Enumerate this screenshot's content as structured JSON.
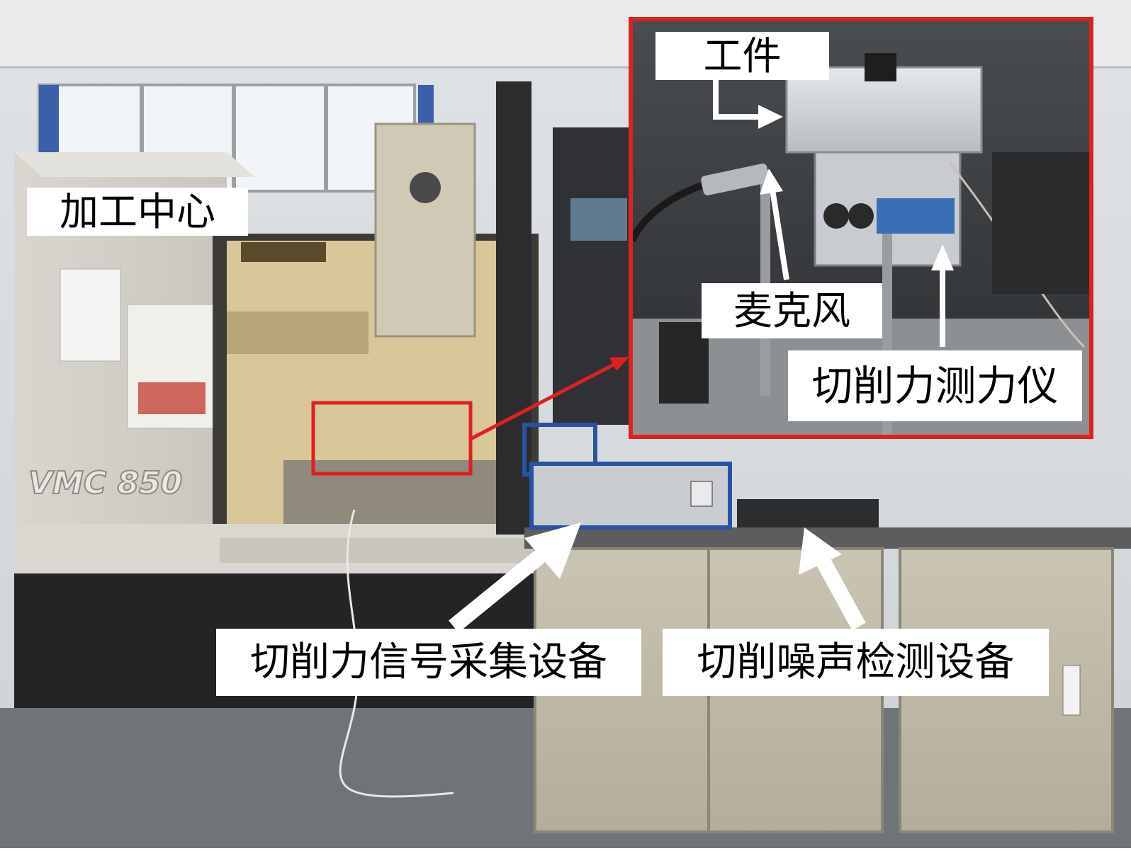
{
  "labels": {
    "machining_center": "加工中心",
    "workpiece": "工件",
    "microphone": "麦克风",
    "dynamometer": "切削力测力仪",
    "force_acquisition": "切削力信号采集设备",
    "noise_detection": "切削噪声检测设备"
  },
  "machine_brand": "VMC 850",
  "colors": {
    "highlight": "#e02020",
    "arrow": "#ffffff",
    "label_bg": "#ffffff",
    "text": "#000000"
  }
}
